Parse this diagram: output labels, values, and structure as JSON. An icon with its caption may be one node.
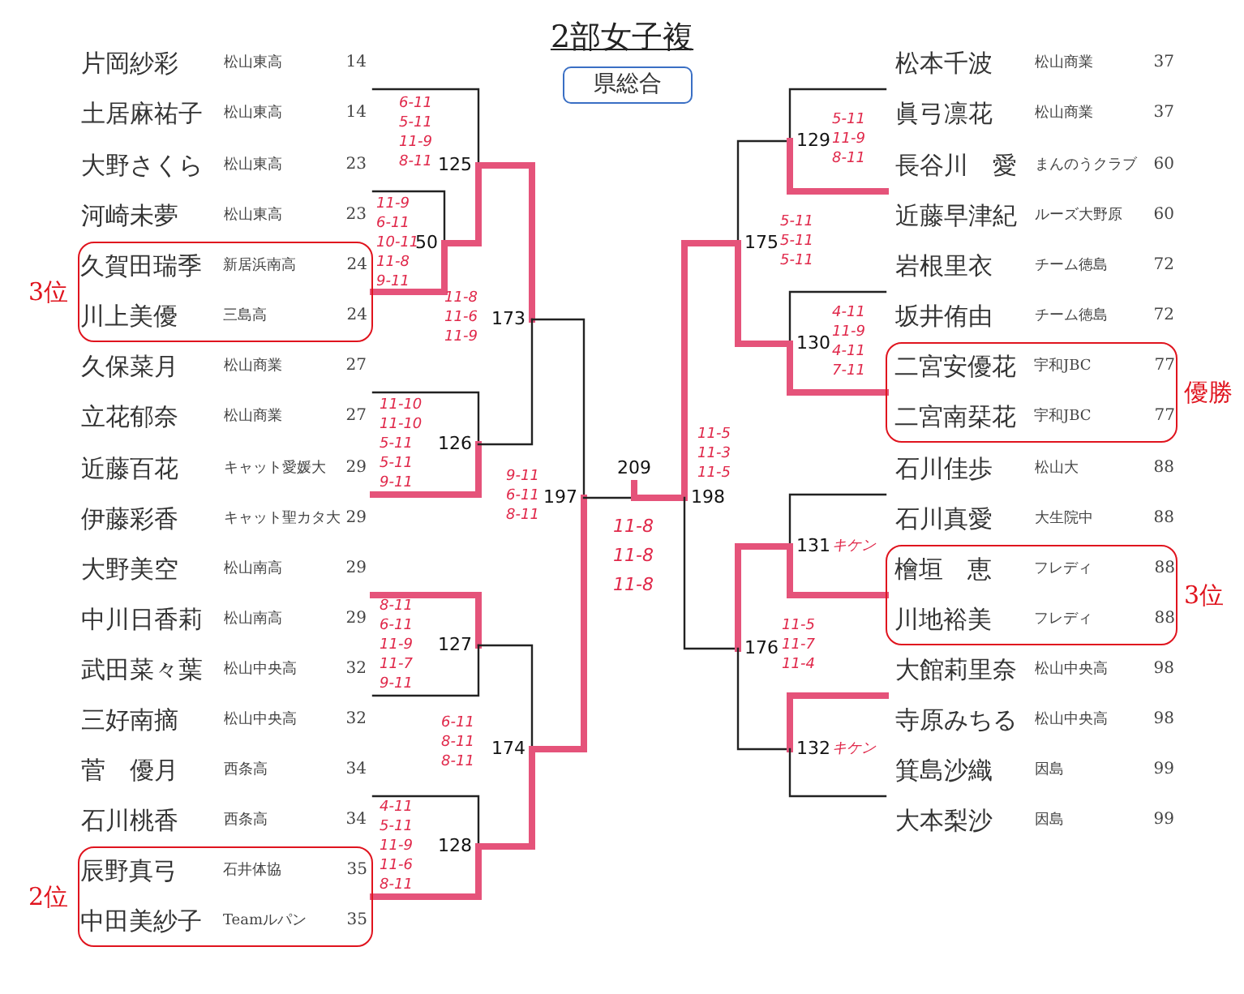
{
  "diagram": {
    "title": "2部女子複",
    "nodes": [
      {
        "text": [
          "県総合"
        ]
      },
      {
        "text": [
          "片岡紗彩",
          "松山東高",
          "14",
          "土居麻祐子",
          "松山東高",
          "14"
        ]
      },
      {
        "text": [
          "大野さくら",
          "松山東高",
          "23",
          "河崎未夢",
          "松山東高",
          "23"
        ]
      },
      {
        "text": [
          "久賀田瑞季",
          "新居浜南高",
          "24",
          "川上美優",
          "三島高",
          "24"
        ],
        "beside": [
          "3位"
        ]
      },
      {
        "text": [
          "久保菜月",
          "松山商業",
          "27",
          "立花郁奈",
          "松山商業",
          "27"
        ]
      },
      {
        "text": [
          "近藤百花",
          "キャット愛媛大",
          "29",
          "伊藤彩香",
          "キャット聖カタ大",
          "29"
        ]
      },
      {
        "text": [
          "大野美空",
          "松山南高",
          "29",
          "中川日香莉",
          "松山南高",
          "29"
        ]
      },
      {
        "text": [
          "武田菜々葉",
          "松山中央高",
          "32",
          "三好南摘",
          "松山中央高",
          "32"
        ]
      },
      {
        "text": [
          "菅　優月",
          "西条高",
          "34",
          "石川桃香",
          "西条高",
          "34"
        ]
      },
      {
        "text": [
          "辰野真弓",
          "石井体協",
          "35",
          "中田美紗子",
          "Teamルパン",
          "35"
        ],
        "beside": [
          "2位"
        ]
      },
      {
        "text": [
          "松本千波",
          "松山商業",
          "37",
          "眞弓凛花",
          "松山商業",
          "37"
        ]
      },
      {
        "text": [
          "長谷川　愛",
          "まんのうクラブ",
          "60",
          "近藤早津紀",
          "ルーズ大野原",
          "60"
        ]
      },
      {
        "text": [
          "岩根里衣",
          "チーム徳島",
          "72",
          "坂井侑由",
          "チーム徳島",
          "72"
        ]
      },
      {
        "text": [
          "二宮安優花",
          "宇和JBC",
          "77",
          "二宮南栞花",
          "宇和JBC",
          "77"
        ],
        "beside": [
          "優勝"
        ]
      },
      {
        "text": [
          "石川佳歩",
          "松山大",
          "88",
          "石川真愛",
          "大生院中",
          "88"
        ]
      },
      {
        "text": [
          "檜垣　恵",
          "フレディ",
          "88",
          "川地裕美",
          "フレディ",
          "88"
        ],
        "beside": [
          "3位"
        ]
      },
      {
        "text": [
          "大館莉里奈",
          "松山中央高",
          "98",
          "寺原みちる",
          "松山中央高",
          "98"
        ]
      },
      {
        "text": [
          "箕島沙織",
          "因島",
          "99",
          "大本梨沙",
          "因島",
          "99"
        ]
      },
      {
        "text": [
          "50"
        ],
        "beside": [
          "11-9",
          "6-11",
          "10-11",
          "11-8",
          "9-11"
        ]
      },
      {
        "text": [
          "125"
        ],
        "beside": [
          "6-11",
          "5-11",
          "11-9",
          "8-11"
        ]
      },
      {
        "text": [
          "126"
        ],
        "beside": [
          "11-10",
          "11-10",
          "5-11",
          "5-11",
          "9-11"
        ]
      },
      {
        "text": [
          "127"
        ],
        "beside": [
          "8-11",
          "6-11",
          "11-9",
          "11-7",
          "9-11"
        ]
      },
      {
        "text": [
          "128"
        ],
        "beside": [
          "4-11",
          "5-11",
          "11-9",
          "11-6",
          "8-11"
        ]
      },
      {
        "text": [
          "173"
        ],
        "beside": [
          "11-8",
          "11-6",
          "11-9"
        ]
      },
      {
        "text": [
          "174"
        ],
        "beside": [
          "6-11",
          "8-11",
          "8-11"
        ]
      },
      {
        "text": [
          "197"
        ],
        "beside": [
          "9-11",
          "6-11",
          "8-11"
        ]
      },
      {
        "text": [
          "209"
        ],
        "beside": [
          "11-8",
          "11-8",
          "11-8"
        ]
      },
      {
        "text": [
          "198"
        ],
        "beside": [
          "11-5",
          "11-3",
          "11-5"
        ]
      },
      {
        "text": [
          "175"
        ],
        "beside": [
          "5-11",
          "5-11",
          "5-11"
        ]
      },
      {
        "text": [
          "176"
        ],
        "beside": [
          "11-5",
          "11-7",
          "11-4"
        ]
      },
      {
        "text": [
          "129"
        ],
        "beside": [
          "5-11",
          "11-9",
          "8-11"
        ]
      },
      {
        "text": [
          "130"
        ],
        "beside": [
          "4-11",
          "11-9",
          "4-11",
          "7-11"
        ]
      },
      {
        "text": [
          "131"
        ],
        "beside": [
          "キケン"
        ]
      },
      {
        "text": [
          "132"
        ],
        "beside": [
          "キケン"
        ]
      }
    ],
    "edges": [
      {
        "from": 2,
        "to": 18,
        "arrow": "none"
      },
      {
        "from": 3,
        "to": 18,
        "arrow": "none",
        "style": "thick",
        "color": "#e5537a"
      },
      {
        "from": 1,
        "to": 19,
        "arrow": "none"
      },
      {
        "from": 18,
        "to": 19,
        "arrow": "none",
        "style": "thick",
        "color": "#e5537a"
      },
      {
        "from": 4,
        "to": 20,
        "arrow": "none"
      },
      {
        "from": 5,
        "to": 20,
        "arrow": "none",
        "style": "thick",
        "color": "#e5537a"
      },
      {
        "from": 6,
        "to": 21,
        "arrow": "none",
        "style": "thick",
        "color": "#e5537a"
      },
      {
        "from": 7,
        "to": 21,
        "arrow": "none"
      },
      {
        "from": 8,
        "to": 22,
        "arrow": "none"
      },
      {
        "from": 9,
        "to": 22,
        "arrow": "none",
        "style": "thick",
        "color": "#e5537a"
      },
      {
        "from": 19,
        "to": 23,
        "arrow": "none",
        "style": "thick",
        "color": "#e5537a"
      },
      {
        "from": 20,
        "to": 23,
        "arrow": "none"
      },
      {
        "from": 21,
        "to": 24,
        "arrow": "none"
      },
      {
        "from": 22,
        "to": 24,
        "arrow": "none",
        "style": "thick",
        "color": "#e5537a"
      },
      {
        "from": 23,
        "to": 25,
        "arrow": "none"
      },
      {
        "from": 24,
        "to": 25,
        "arrow": "none",
        "style": "thick",
        "color": "#e5537a"
      },
      {
        "from": 25,
        "to": 26,
        "arrow": "none"
      },
      {
        "from": 27,
        "to": 26,
        "arrow": "none",
        "style": "thick",
        "color": "#e5537a"
      },
      {
        "from": 28,
        "to": 27,
        "arrow": "none",
        "style": "thick",
        "color": "#e5537a"
      },
      {
        "from": 29,
        "to": 27,
        "arrow": "none"
      },
      {
        "from": 30,
        "to": 28,
        "arrow": "none"
      },
      {
        "from": 31,
        "to": 28,
        "arrow": "none",
        "style": "thick",
        "color": "#e5537a"
      },
      {
        "from": 32,
        "to": 29,
        "arrow": "none",
        "style": "thick",
        "color": "#e5537a"
      },
      {
        "from": 33,
        "to": 29,
        "arrow": "none"
      },
      {
        "from": 10,
        "to": 30,
        "arrow": "none"
      },
      {
        "from": 11,
        "to": 30,
        "arrow": "none",
        "style": "thick",
        "color": "#e5537a"
      },
      {
        "from": 12,
        "to": 31,
        "arrow": "none"
      },
      {
        "from": 13,
        "to": 31,
        "arrow": "none",
        "style": "thick",
        "color": "#e5537a"
      },
      {
        "from": 14,
        "to": 32,
        "arrow": "none"
      },
      {
        "from": 15,
        "to": 32,
        "arrow": "none",
        "style": "thick",
        "color": "#e5537a"
      },
      {
        "from": 16,
        "to": 33,
        "arrow": "none",
        "style": "thick",
        "color": "#e5537a"
      },
      {
        "from": 17,
        "to": 33,
        "arrow": "none"
      }
    ]
  }
}
